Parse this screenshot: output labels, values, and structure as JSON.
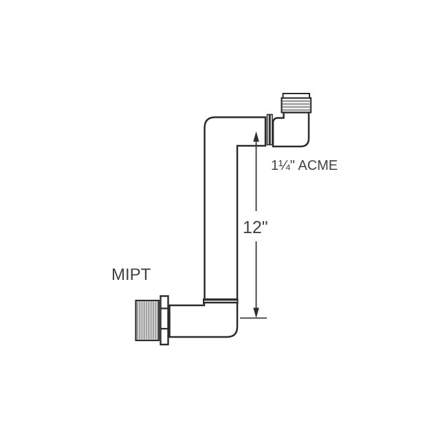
{
  "diagram": {
    "title": "Swing joint riser pipe assembly drawing",
    "labels": {
      "acme": "1¼\" ACME",
      "dimension": "12\"",
      "mipt": "MIPT"
    },
    "colors": {
      "line": "#2b2b2b",
      "text": "#414141",
      "thread_gray": "#8a8a8a",
      "background": "#ffffff"
    },
    "parts": {
      "top_fitting": "male ACME threaded elbow",
      "bottom_fitting": "male MIPT threaded elbow",
      "riser": "12 inch vertical pipe"
    }
  }
}
